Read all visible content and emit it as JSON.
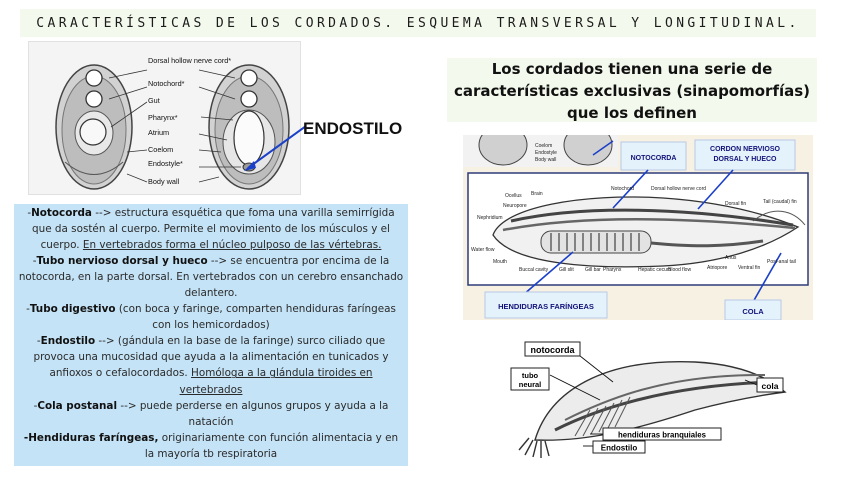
{
  "title": "CARACTERÍSTICAS DE LOS CORDADOS. ESQUEMA TRANSVERSAL Y LONGITUDINAL.",
  "headline": "Los cordados tienen una serie de características exclusivas (sinapomorfías) que los definen",
  "endostilo_label": "ENDOSTILO",
  "cross_section": {
    "labels": [
      "Dorsal hollow nerve cord*",
      "Notochord*",
      "Gut",
      "Pharynx*",
      "Atrium",
      "Coelom",
      "Endostyle*",
      "Body wall"
    ]
  },
  "longitudinal": {
    "labels": {
      "ocellus": "Ocellus",
      "brain": "Brain",
      "neuropore": "Neuropore",
      "nephridium": "Nephridium",
      "water_flow": "Water flow",
      "mouth": "Mouth",
      "buccal": "Buccal cavity",
      "gill_slit": "Gill slit",
      "gill_bar": "Gill bar",
      "pharynx": "Pharynx",
      "hepatic": "Hepatic cecum",
      "blood_flow": "Blood flow",
      "notochord": "Notochord",
      "nerve_cord": "Dorsal hollow nerve cord",
      "dorsal_fin": "Dorsal fin",
      "tail": "Tail (caudal) fin",
      "anus": "Anus",
      "ventral_fin": "Ventral fin",
      "post_anal": "Post-anal tail",
      "atriopore": "Atriopore"
    },
    "thumb_labels": [
      "Coelom",
      "Endostyle",
      "Body wall"
    ],
    "box_labels": {
      "notocorda": "NOTOCORDA",
      "cordon": "CORDON NERVIOSO DORSAL Y HUECO",
      "hendiduras": "HENDIDURAS FARÍNGEAS",
      "cola": "COLA"
    }
  },
  "tunicate_sketch": {
    "labels": {
      "notocorda": "notocorda",
      "tubo": "tubo neural",
      "cola": "cola",
      "hendiduras": "hendiduras branquiales",
      "endostilo": "Endostilo"
    }
  },
  "text_block": {
    "p1_term": "Notocorda",
    "p1_text": " --> estructura esquética que foma una varilla semirrígida que da sostén al cuerpo. Permite el movimiento de los músculos y el cuerpo. ",
    "p1_underlined": "En vertebrados forma el núcleo pulposo de las vértebras.",
    "p2_term": "Tubo nervioso dorsal y hueco",
    "p2_text": " --> se encuentra por encima de la notocorda, en la parte dorsal. En vertebrados con un cerebro ensanchado delantero.",
    "p3_term": "Tubo digestivo",
    "p3_text": " (con boca y faringe, comparten hendiduras faríngeas con los hemicordados)",
    "p4_term": "Endostilo",
    "p4_text": " --> (gándula en la base de la faringe) surco ciliado que provoca una mucosidad que ayuda a la alimentación en tunicados y anfioxos o cefalocordados. ",
    "p4_underlined": "Homóloga a la glándula tiroides en vertebrados",
    "p5_term": "Cola postanal",
    "p5_text": " --> puede perderse en algunos grupos y ayuda a la natación",
    "p6_term": "-Hendiduras faríngeas,",
    "p6_text": " originariamente con función alimentacia y en la mayoría tb respiratoria"
  },
  "colors": {
    "title_bg": "#f3f9ec",
    "text_box_bg": "#c4e3f6",
    "arrow_blue": "#1a3fc9",
    "label_navy": "#12127a"
  }
}
